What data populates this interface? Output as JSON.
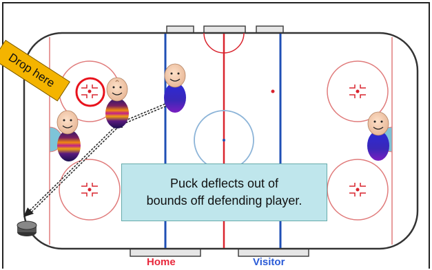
{
  "drop_target": {
    "label": "Drop here"
  },
  "annotation": {
    "line1": "Puck deflects out of",
    "line2": "bounds off defending player."
  },
  "benches": {
    "home": {
      "label": "Home",
      "color": "#e8283c"
    },
    "visitor": {
      "label": "Visitor",
      "color": "#2a5bd7"
    }
  },
  "colors": {
    "rink_line_red": "#d9232d",
    "rink_line_blue": "#1f4fb5",
    "faceoff_circle": "#e07b7b",
    "drop_tag": "#f4b400",
    "drop_circle": "#e8121c",
    "note_bg": "#bfe6ec"
  },
  "players": [
    {
      "name": "defender-top",
      "jersey": "striped-orange-purple"
    },
    {
      "name": "defender-left",
      "jersey": "striped-orange-purple"
    },
    {
      "name": "attacker-center",
      "jersey": "blue-purple"
    },
    {
      "name": "attacker-right",
      "jersey": "blue-purple"
    }
  ]
}
